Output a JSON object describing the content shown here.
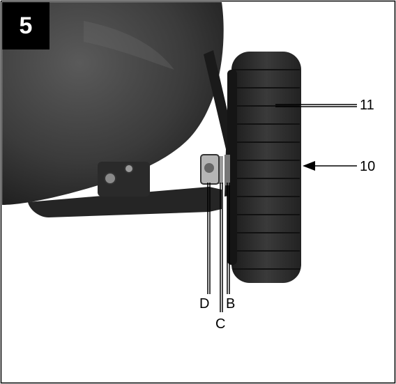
{
  "figure": {
    "number": "5"
  },
  "callouts": {
    "c11": "11",
    "c10": "10",
    "cD": "D",
    "cB": "B",
    "cC": "C"
  },
  "colors": {
    "tank": "#3d3d3d",
    "wheel": "#2e2e2e",
    "frame": "#000000",
    "badge": "#000000"
  }
}
